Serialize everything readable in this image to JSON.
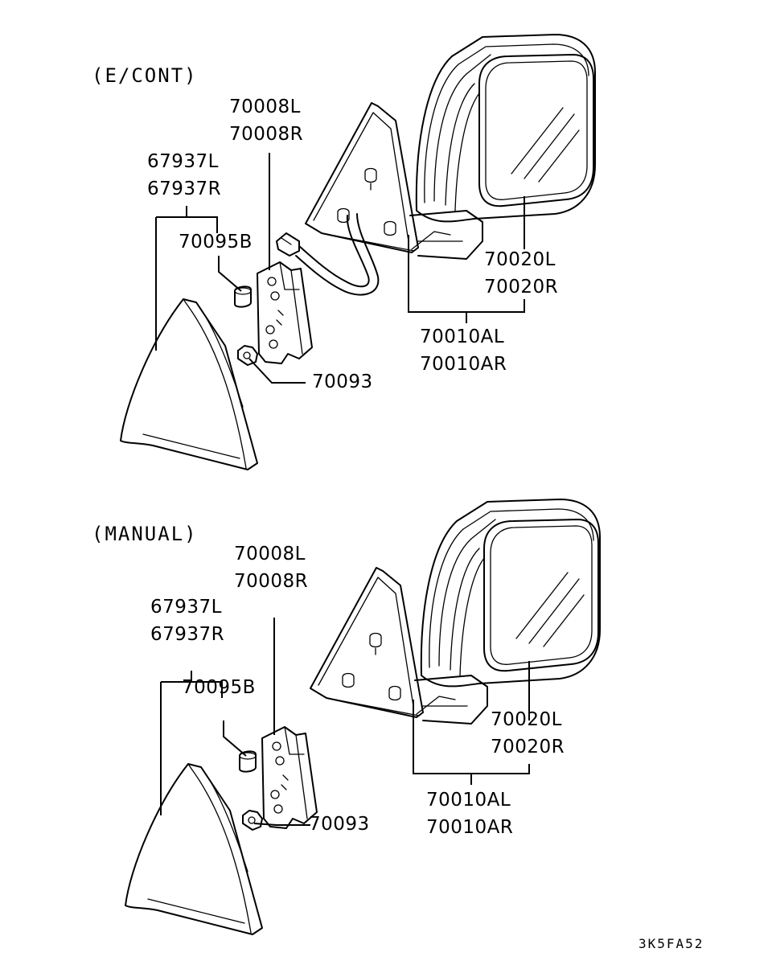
{
  "sections": [
    {
      "heading": "(E/CONT)",
      "labels": {
        "bracket": [
          "70008L",
          "70008R"
        ],
        "cover": [
          "67937L",
          "67937R"
        ],
        "clip": "70095B",
        "mirror_glass": [
          "70020L",
          "70020R"
        ],
        "mirror_assy": [
          "70010AL",
          "70010AR"
        ],
        "nut": "70093"
      }
    },
    {
      "heading": "(MANUAL)",
      "labels": {
        "bracket": [
          "70008L",
          "70008R"
        ],
        "cover": [
          "67937L",
          "67937R"
        ],
        "clip": "70095B",
        "mirror_glass": [
          "70020L",
          "70020R"
        ],
        "mirror_assy": [
          "70010AL",
          "70010AR"
        ],
        "nut": "70093"
      }
    }
  ],
  "diagram_code": "3K5FA52",
  "icons": [
    "mirror-assembly",
    "mirror-base-cover",
    "mounting-bracket",
    "clip",
    "nut",
    "wire-harness"
  ]
}
